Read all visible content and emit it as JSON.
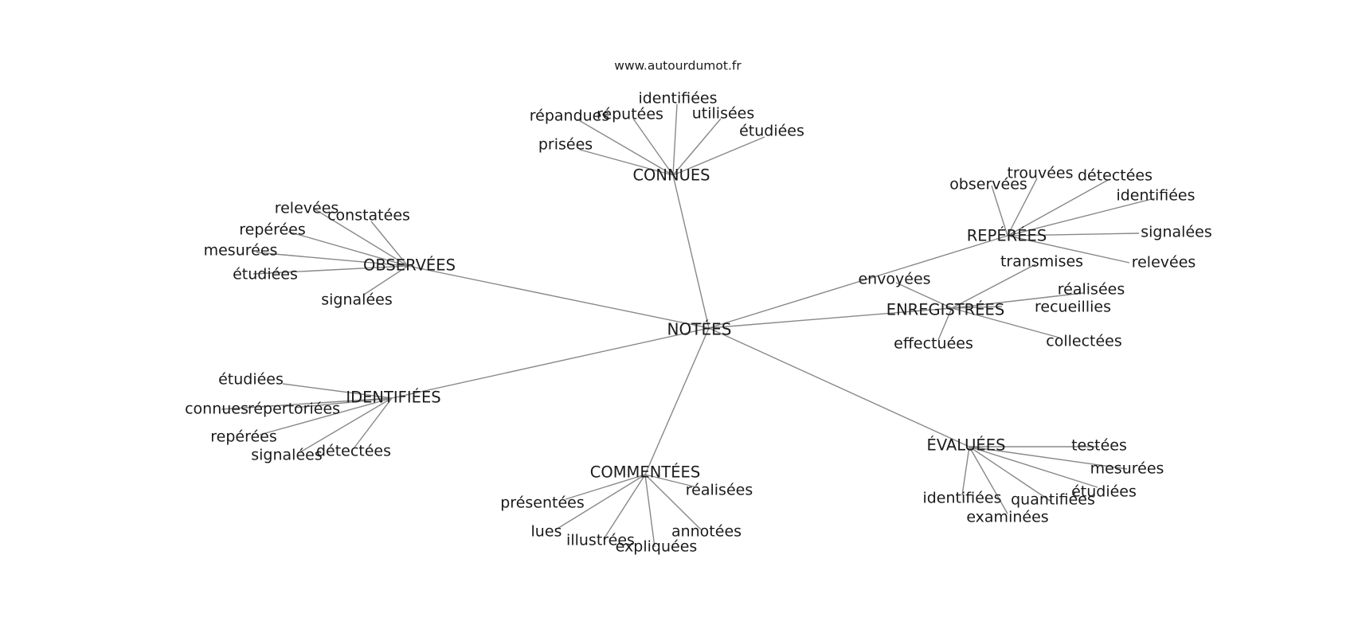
{
  "source": "www.autourdumot.fr",
  "graph": {
    "root": "NOTÉES",
    "hubs": [
      {
        "id": "connues",
        "label": "CONNUES",
        "leaves": [
          "identifiées",
          "répandues",
          "réputées",
          "utilisées",
          "étudiées",
          "prisées"
        ]
      },
      {
        "id": "observees",
        "label": "OBSERVÉES",
        "leaves": [
          "relevées",
          "constatées",
          "repérées",
          "mesurées",
          "étudiées",
          "signalées"
        ]
      },
      {
        "id": "reperees",
        "label": "REPÉRÉES",
        "leaves": [
          "observées",
          "trouvées",
          "détectées",
          "identifiées",
          "signalées",
          "relevées"
        ]
      },
      {
        "id": "enregistrees",
        "label": "ENREGISTRÉES",
        "leaves": [
          "envoyées",
          "transmises",
          "réalisées",
          "recueillies",
          "effectuées",
          "collectées"
        ]
      },
      {
        "id": "identifiees",
        "label": "IDENTIFIÉES",
        "leaves": [
          "étudiées",
          "connues",
          "répertoriées",
          "repérées",
          "signalées",
          "détectées"
        ]
      },
      {
        "id": "commentees",
        "label": "COMMENTÉES",
        "leaves": [
          "présentées",
          "réalisées",
          "lues",
          "annotées",
          "illustrées",
          "expliquées"
        ]
      },
      {
        "id": "evaluees",
        "label": "ÉVALUÉES",
        "leaves": [
          "testées",
          "mesurées",
          "étudiées",
          "identifiées",
          "quantifiées",
          "examinées"
        ]
      }
    ]
  }
}
